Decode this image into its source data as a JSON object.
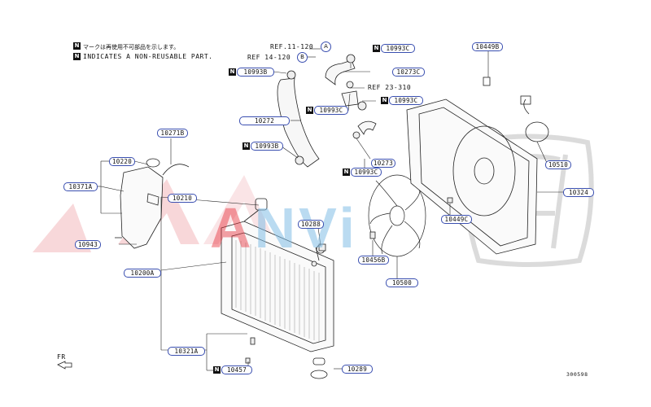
{
  "legend": {
    "n_symbol": "N",
    "line1": "マークは再使用不可部品を示します。",
    "line2": "INDICATES A NON-REUSABLE PART."
  },
  "refs": {
    "ref_a": "REF.11-120",
    "ref_a_circle": "A",
    "ref_b": "REF 14-120",
    "ref_b_circle": "B",
    "ref_c": "REF 23-310"
  },
  "parts": {
    "p10993c_top": "10993C",
    "p10273c": "10273C",
    "p10993b_left": "10993B",
    "p10993c_mid": "10993C",
    "p10993c_right": "10993C",
    "p10272": "10272",
    "p10993b_mid": "10993B",
    "p10273": "10273",
    "p10993c_low": "10993C",
    "p10271b": "10271B",
    "p10220": "10220",
    "p10371a": "10371A",
    "p10210": "10210",
    "p10943": "10943",
    "p10288": "10288",
    "p10456b": "10456B",
    "p10200a": "10200A",
    "p10500": "10500",
    "p10449b": "10449B",
    "p10510": "10510",
    "p10324": "10324",
    "p10449c": "10449C",
    "p10321a": "10321A",
    "p10457": "10457",
    "p10289": "10289"
  },
  "footer": {
    "fr": "FR",
    "code": "300598"
  },
  "watermark": {
    "brand_text": "ANVi",
    "brand_color": "#e8303a",
    "text_color": "#82bee6"
  }
}
